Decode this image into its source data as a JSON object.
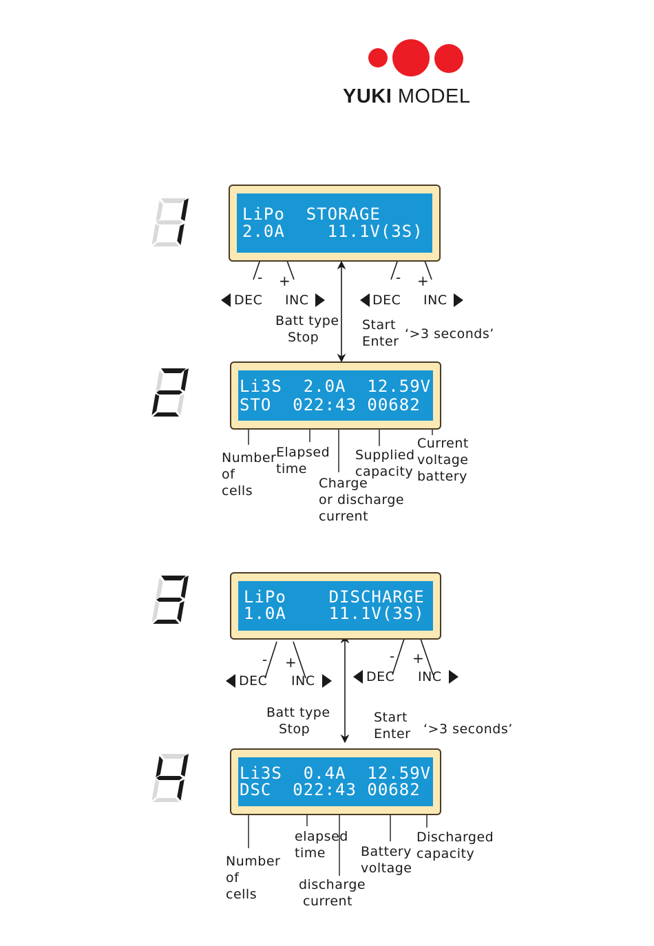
{
  "logo": {
    "brand_bold": "YUKI",
    "brand_light": " MODEL",
    "color": "#ec1c24"
  },
  "steps": [
    "1",
    "2",
    "3",
    "4"
  ],
  "screen1": {
    "line1": "LiPo  STORAGE",
    "line2": "2.0A    11.1V(3S)"
  },
  "screen2": {
    "line1": "Li3S  2.0A  12.59V",
    "line2": "STO  022:43 00682"
  },
  "screen3": {
    "line1": "LiPo    DISCHARGE",
    "line2": "1.0A    11.1V(3S)"
  },
  "screen4": {
    "line1": "Li3S  0.4A  12.59V",
    "line2": "DSC  022:43 00682"
  },
  "controls": {
    "minus": "-",
    "plus": "+",
    "dec": "DEC",
    "inc": "INC",
    "batt_type": "Batt type",
    "stop": "Stop",
    "start": "Start",
    "enter": "Enter",
    "hold": "‘>3 seconds’"
  },
  "labels2": {
    "number": "Number",
    "of": "of",
    "cells": "cells",
    "elapsed": "Elapsed",
    "time": "time",
    "charge": "Charge",
    "or_discharge": "or discharge",
    "current": "current",
    "supplied": "Supplied",
    "capacity": "capacity",
    "current_top": "Current",
    "voltage": "voltage",
    "battery": "battery"
  },
  "labels4": {
    "number": "Number",
    "of": "of",
    "cells": "cells",
    "elapsed": "elapsed",
    "time": "time",
    "discharge": "discharge",
    "current": "current",
    "battery": "Battery",
    "voltage": "voltage",
    "discharged": "Discharged",
    "capacity": "capacity"
  },
  "colors": {
    "lcd_screen": "#1996d4",
    "lcd_frame": "#fbe9b5",
    "digit_on": "#1a1a1a",
    "digit_off": "#d9d9d9"
  }
}
